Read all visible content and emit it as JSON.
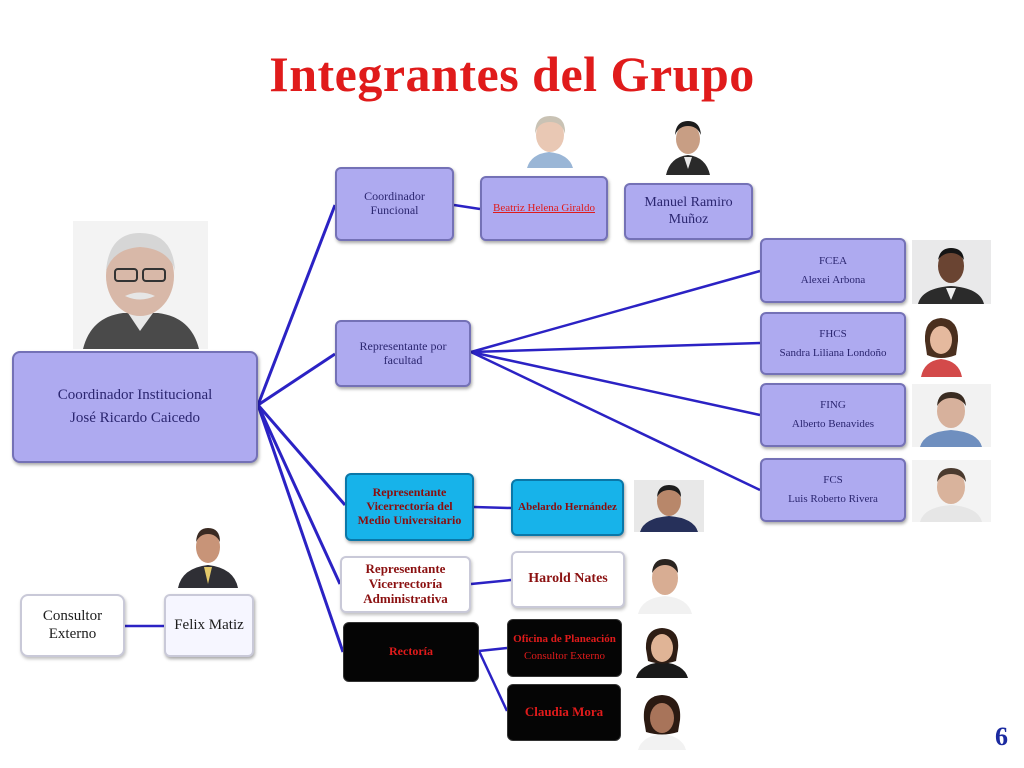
{
  "title": "Integrantes del Grupo",
  "page_number": "6",
  "colors": {
    "title": "#e01b1b",
    "node_fill": "#aeaaf0",
    "node_text": "#2b2670",
    "connector": "#2b22c4",
    "highlight_fill": "#17b3ea",
    "dark_fill": "#050505"
  },
  "root": {
    "role": "Coordinador Institucional",
    "name": "José Ricardo Caicedo"
  },
  "coordinador_funcional": {
    "role": "Coordinador Funcional",
    "members": [
      {
        "name": "Beatriz  Helena Giraldo"
      },
      {
        "name": "Manuel Ramiro Muñoz"
      }
    ]
  },
  "representante_facultad": {
    "role": "Representante por facultad",
    "members": [
      {
        "faculty": "FCEA",
        "name": "Alexei Arbona"
      },
      {
        "faculty": "FHCS",
        "name": "Sandra Liliana Londoño"
      },
      {
        "faculty": "FING",
        "name": "Alberto Benavides"
      },
      {
        "faculty": "FCS",
        "name": "Luis Roberto Rivera"
      }
    ]
  },
  "medio_universitario": {
    "role": "Representante Vicerrectoría del Medio Universitario",
    "member": "Abelardo Hernández"
  },
  "administrativa": {
    "role": "Representante Vicerrectoría Administrativa",
    "member": "Harold Nates"
  },
  "rectoria": {
    "role": "Rectoría",
    "members": [
      {
        "line1": "Oficina  de Planeación",
        "line2": "Consultor Externo"
      },
      {
        "line1": "Claudia Mora"
      }
    ]
  },
  "consultor": {
    "role": "Consultor Externo",
    "name": "Felix Matiz"
  }
}
